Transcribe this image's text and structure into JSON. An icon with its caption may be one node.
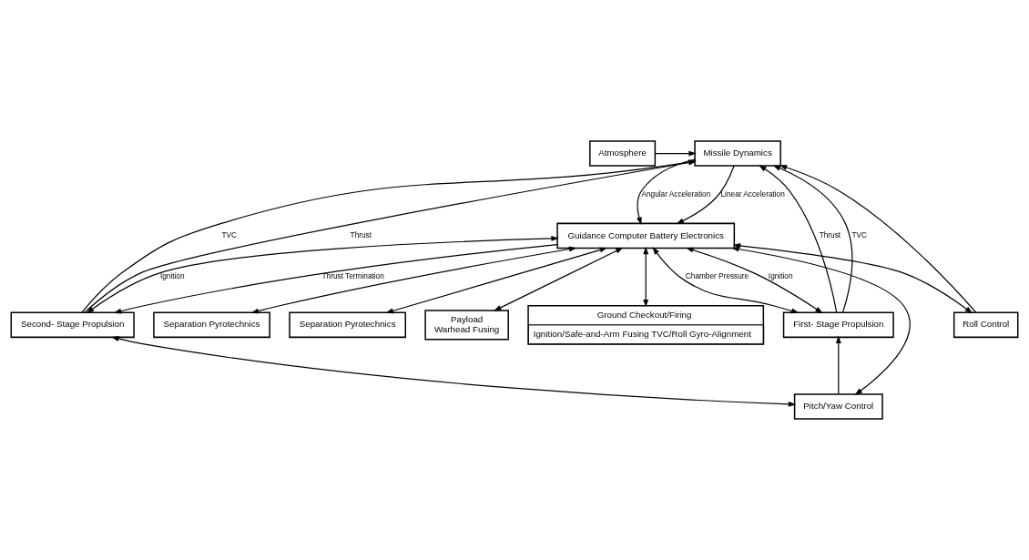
{
  "diagram": {
    "nodes": [
      {
        "text": [
          "Atmosphere"
        ]
      },
      {
        "text": [
          "Missile Dynamics"
        ]
      },
      {
        "text": [
          "First- Stage Propulsion"
        ]
      },
      {
        "text": [
          "Separation Pyrotechnics"
        ]
      },
      {
        "text": [
          "Second- Stage Propulsion"
        ]
      },
      {
        "text": [
          "Guidance Computer Battery Electronics"
        ]
      },
      {
        "text": [
          "Separation Pyrotechnics"
        ]
      },
      {
        "text": [
          "Payload",
          "Warhead Fusing"
        ]
      },
      {
        "text": [
          "Roll Control"
        ]
      },
      {
        "text": [
          "Ground Checkout/Firing",
          "Ignition/Safe-and-Arm Fusing TVC/Roll Gyro-Alignment"
        ]
      },
      {
        "text": [
          "Pitch/Yaw Control"
        ]
      }
    ],
    "edges": [
      {
        "from": 0,
        "to": 1,
        "arrow": "to"
      },
      {
        "from": 2,
        "to": 1,
        "arrow": "to",
        "label": "Thrust"
      },
      {
        "from": 2,
        "to": 1,
        "arrow": "to",
        "label": "TVC"
      },
      {
        "from": 4,
        "to": 1,
        "arrow": "to",
        "label": "Thrust"
      },
      {
        "from": 4,
        "to": 1,
        "arrow": "to",
        "label": "TVC"
      },
      {
        "from": 8,
        "to": 1,
        "arrow": "to"
      },
      {
        "from": 1,
        "to": 5,
        "arrow": "to",
        "label": "Linear Acceleration"
      },
      {
        "from": 1,
        "to": 5,
        "arrow": "to",
        "label": "Angular Acceleration"
      },
      {
        "from": 5,
        "to": 2,
        "arrow": "both",
        "label": "Ignition"
      },
      {
        "from": 5,
        "to": 2,
        "arrow": "both",
        "label": "Chamber Pressure"
      },
      {
        "from": 5,
        "to": 3,
        "arrow": "both"
      },
      {
        "from": 5,
        "to": 4,
        "arrow": "both",
        "label": "Ignition"
      },
      {
        "from": 5,
        "to": 4,
        "arrow": "to",
        "label": "Thrust Termination"
      },
      {
        "from": 5,
        "to": 7,
        "arrow": "both"
      },
      {
        "from": 5,
        "to": 6,
        "arrow": "both"
      },
      {
        "from": 5,
        "to": 8,
        "arrow": "both"
      },
      {
        "from": 5,
        "to": 10,
        "arrow": "both"
      },
      {
        "from": 5,
        "to": 9,
        "arrow": "both"
      },
      {
        "from": 4,
        "to": 10,
        "arrow": "both"
      },
      {
        "from": 10,
        "to": 2,
        "arrow": "to"
      }
    ]
  }
}
